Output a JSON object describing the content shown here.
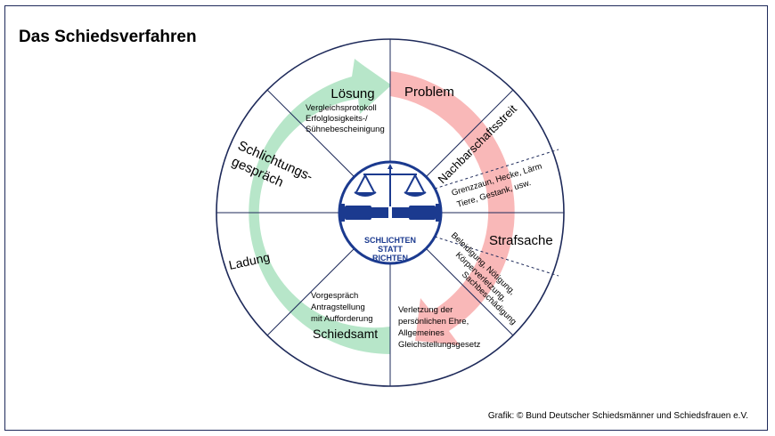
{
  "title": "Das Schiedsverfahren",
  "credit": "Grafik: © Bund Deutscher Schiedsmänner und Schiedsfrauen e.V.",
  "colors": {
    "frame": "#1e2a5a",
    "ring_stroke": "#1e2a5a",
    "green_arrow": "#b7e6c9",
    "red_arrow": "#f9b8b8",
    "logo_blue": "#1b3a8f"
  },
  "logo": {
    "line1": "SCHLICHTEN",
    "line2": "STATT",
    "line3": "RICHTEN"
  },
  "segments": {
    "loesung": {
      "heading": "Lösung",
      "details": [
        "Vergleichsprotokoll",
        "Erfolglosigkeits-/",
        "Sühnebescheinigung"
      ]
    },
    "problem": {
      "heading": "Problem"
    },
    "nachbarschaft": {
      "heading": "Nachbarschaftsstreit",
      "details": [
        "Grenzzaun, Hecke, Lärm",
        "Tiere, Gestank, usw."
      ]
    },
    "strafsache": {
      "heading": "Strafsache",
      "details": [
        "Beleidigung, Nötigung,",
        "Körperverletzung,",
        "Sachbeschädigung"
      ]
    },
    "verletzung": {
      "details": [
        "Verletzung der",
        "persönlichen Ehre,",
        "Allgemeines",
        "Gleichstellungsgesetz"
      ]
    },
    "schiedsamt": {
      "heading": "Schiedsamt",
      "details": [
        "Vorgespräch",
        "Antragstellung",
        "mit Aufforderung"
      ]
    },
    "ladung": {
      "heading": "Ladung"
    },
    "schlichtung": {
      "heading_line1": "Schlichtungs-",
      "heading_line2": "gespräch"
    }
  }
}
